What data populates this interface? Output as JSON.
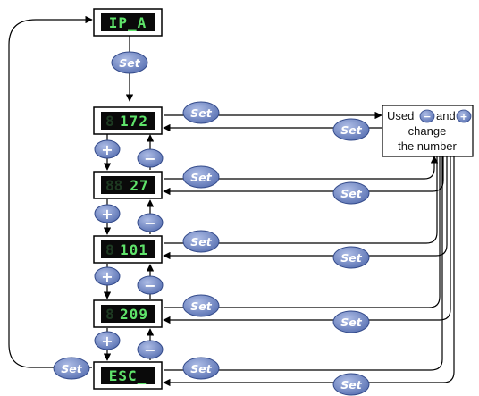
{
  "displays": [
    {
      "id": "ip-a",
      "text": "IP_A"
    },
    {
      "id": "v172",
      "text": "172"
    },
    {
      "id": "v27",
      "text": "27"
    },
    {
      "id": "v101",
      "text": "101"
    },
    {
      "id": "v209",
      "text": "209"
    },
    {
      "id": "esc",
      "text": "ESC_"
    }
  ],
  "labels": {
    "set": "Set",
    "plus": "+",
    "minus": "−"
  },
  "note": {
    "used": "Used",
    "and": "and",
    "line2": "change",
    "line3": "the number"
  },
  "colors": {
    "button_fill": "#6f86c2",
    "button_stroke": "#334a8a",
    "lcd_green": "#5fe36a",
    "line": "#000000"
  }
}
